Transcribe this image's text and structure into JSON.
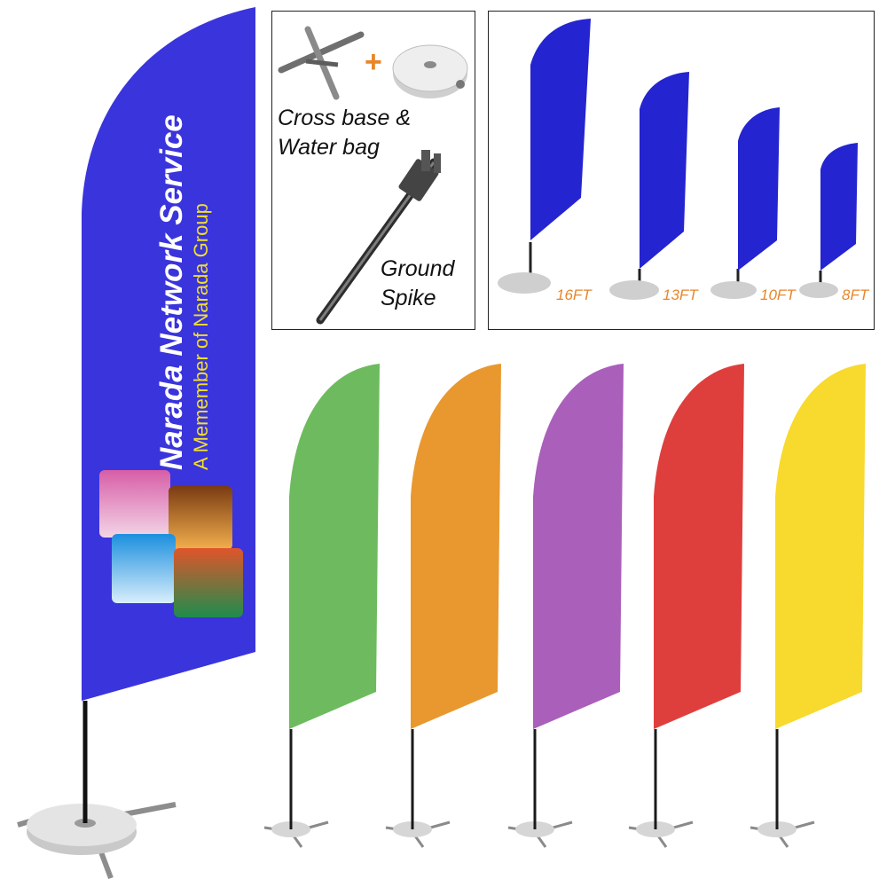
{
  "brand_flag": {
    "title": "Narada Network Service",
    "subtitle": "A Memember of Narada Group",
    "color": "#3a34dc"
  },
  "accessories": {
    "cross_base_label": [
      "Cross base &",
      "Water bag"
    ],
    "plus": "+",
    "ground_spike_label": [
      "Ground",
      "Spike"
    ]
  },
  "sizes": {
    "flag_color": "#2424d0",
    "items": [
      {
        "label": "16FT"
      },
      {
        "label": "13FT"
      },
      {
        "label": "10FT"
      },
      {
        "label": "8FT"
      }
    ]
  },
  "color_flags": [
    {
      "name": "green",
      "color": "#6dbb5e"
    },
    {
      "name": "orange",
      "color": "#e8982e"
    },
    {
      "name": "purple",
      "color": "#aa5fbb"
    },
    {
      "name": "red",
      "color": "#de3f3d"
    },
    {
      "name": "yellow",
      "color": "#f8d92d"
    }
  ]
}
